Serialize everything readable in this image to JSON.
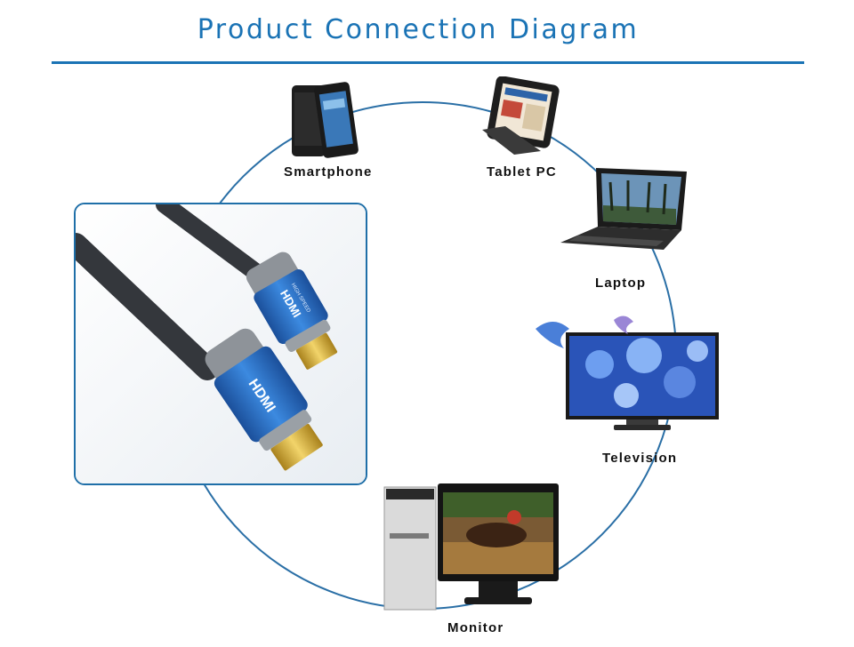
{
  "title": "Product Connection Diagram",
  "devices": {
    "smartphone": "Smartphone",
    "tablet": "Tablet PC",
    "laptop": "Laptop",
    "television": "Television",
    "monitor": "Monitor"
  },
  "cable_text": {
    "large_connector": "HDMI",
    "small_connector": "HDMI",
    "small_connector_sub": "HIGH SPEED"
  },
  "colors": {
    "accent": "#1a73b5",
    "ring": "#2a6fa6",
    "connector_blue": "#2f6fc4"
  }
}
